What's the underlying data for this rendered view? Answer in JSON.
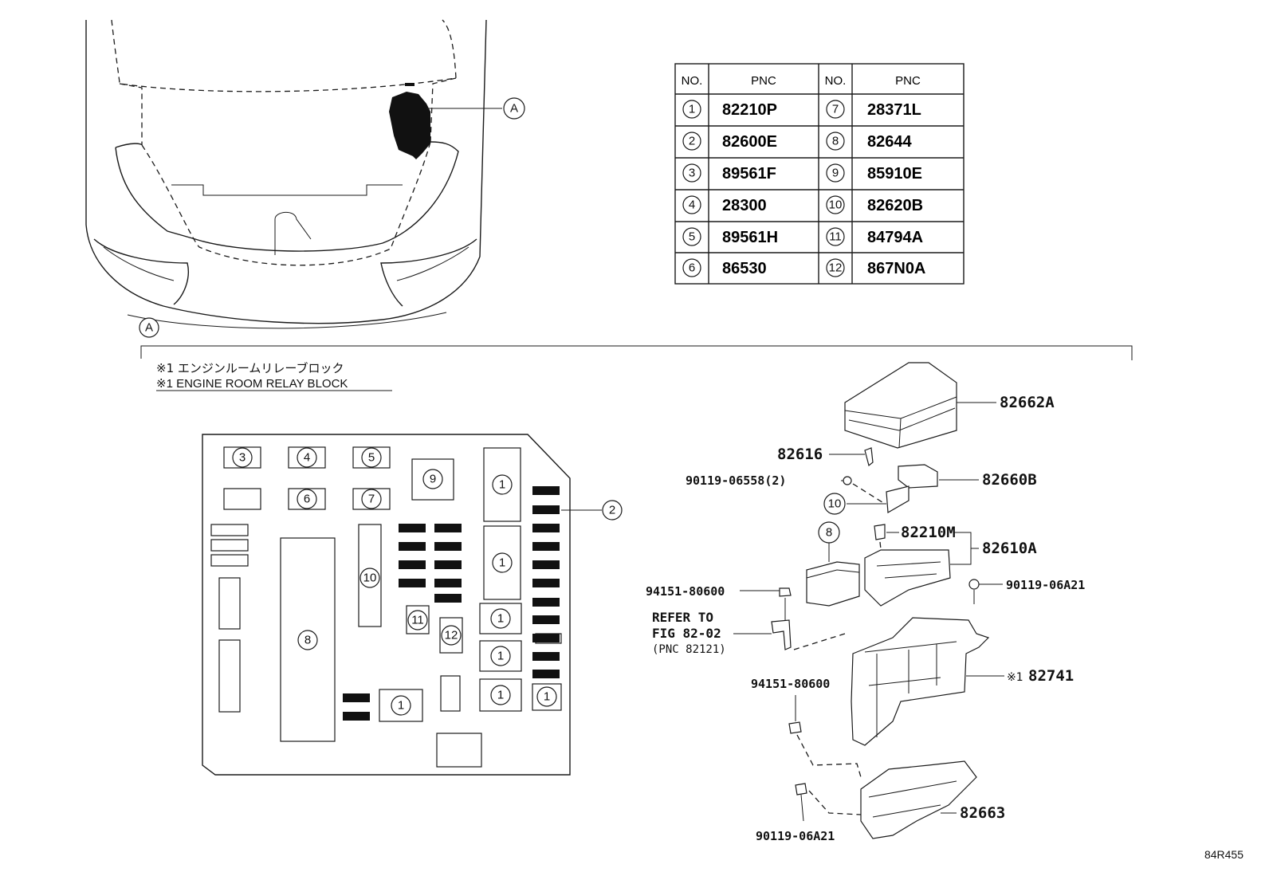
{
  "table": {
    "headers": [
      "NO.",
      "PNC",
      "NO.",
      "PNC"
    ],
    "rows": [
      {
        "no1": "1",
        "pnc1": "82210P",
        "no2": "7",
        "pnc2": "28371L"
      },
      {
        "no1": "2",
        "pnc1": "82600E",
        "no2": "8",
        "pnc2": "82644"
      },
      {
        "no1": "3",
        "pnc1": "89561F",
        "no2": "9",
        "pnc2": "85910E"
      },
      {
        "no1": "4",
        "pnc1": "28300",
        "no2": "10",
        "pnc2": "82620B"
      },
      {
        "no1": "5",
        "pnc1": "89561H",
        "no2": "11",
        "pnc2": "84794A"
      },
      {
        "no1": "6",
        "pnc1": "86530",
        "no2": "12",
        "pnc2": "867N0A"
      }
    ]
  },
  "view_marker": "A",
  "section_marker": "A",
  "caption": {
    "japanese": "※1 エンジンルームリレーブロック",
    "english": "※1 ENGINE ROOM RELAY BLOCK"
  },
  "relay_block_slots": {
    "slot_1": "1",
    "slot_2": "2",
    "slot_3": "3",
    "slot_4": "4",
    "slot_5": "5",
    "slot_6": "6",
    "slot_7": "7",
    "slot_8": "8",
    "slot_9": "9",
    "slot_10": "10",
    "slot_11": "11",
    "slot_12": "12"
  },
  "exploded_labels": {
    "cover": "82662A",
    "clip": "82616",
    "bolt_upper": "90119-06558(2)",
    "fuse_block": "82660B",
    "item_10": "10",
    "item_8": "8",
    "relay": "82210M",
    "sub_assembly": "82610A",
    "nut_left": "94151-80600",
    "bolt_right": "90119-06A21",
    "refer_line1": "REFER TO",
    "refer_line2": "FIG 82-02",
    "refer_line3": "(PNC 82121)",
    "box_prefix": "※1",
    "box": "82741",
    "nut_lower": "94151-80600",
    "lower_cover": "82663",
    "bolt_lower": "90119-06A21"
  },
  "diagram_id": "84R455"
}
